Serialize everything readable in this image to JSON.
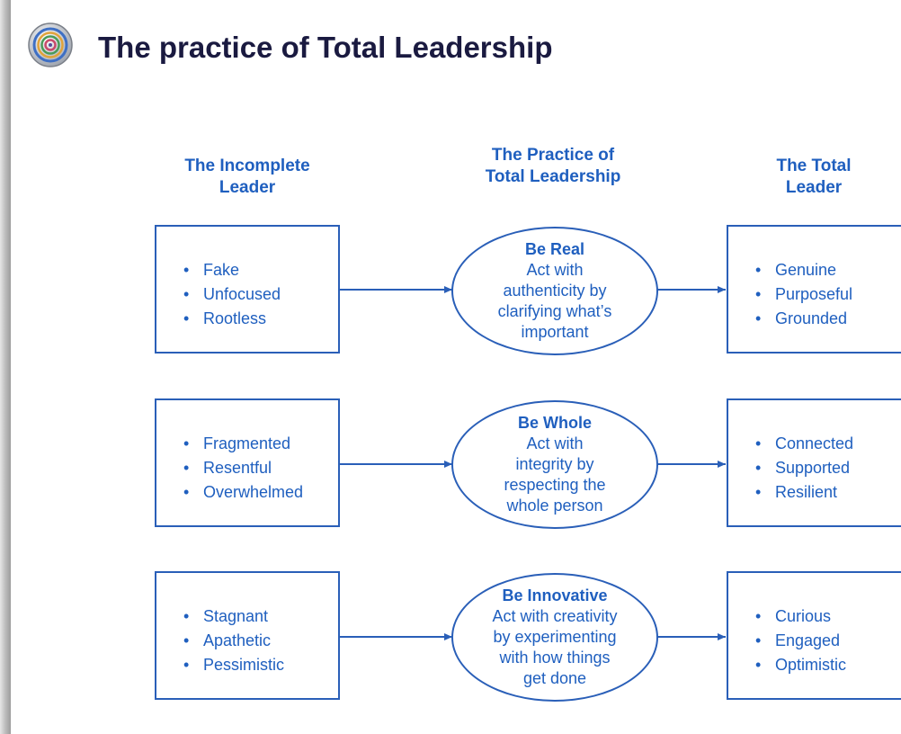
{
  "title": "The practice of Total Leadership",
  "logo_icon": "concentric-rings-icon",
  "columns": {
    "left": [
      "The Incomplete",
      "Leader"
    ],
    "middle": [
      "The Practice of",
      "Total Leadership"
    ],
    "right": [
      "The Total",
      "Leader"
    ]
  },
  "rows": [
    {
      "incomplete": [
        "Fake",
        "Unfocused",
        "Rootless"
      ],
      "practice_title": "Be Real",
      "practice_lines": [
        "Act  with",
        "authenticity by",
        "clarifying what’s",
        "important"
      ],
      "total": [
        "Genuine",
        "Purposeful",
        "Grounded"
      ]
    },
    {
      "incomplete": [
        "Fragmented",
        "Resentful",
        "Overwhelmed"
      ],
      "practice_title": "Be Whole",
      "practice_lines": [
        "Act with",
        "integrity by",
        "respecting the",
        "whole person"
      ],
      "total": [
        "Connected",
        "Supported",
        "Resilient"
      ]
    },
    {
      "incomplete": [
        "Stagnant",
        "Apathetic",
        "Pessimistic"
      ],
      "practice_title": "Be Innovative",
      "practice_lines": [
        "Act with creativity",
        "by experimenting",
        "with how things",
        "get done"
      ],
      "total": [
        "Curious",
        "Engaged",
        "Optimistic"
      ]
    }
  ],
  "colors": {
    "accent": "#1f5fbf",
    "border": "#2a5fb8",
    "title": "#1a1a40"
  }
}
